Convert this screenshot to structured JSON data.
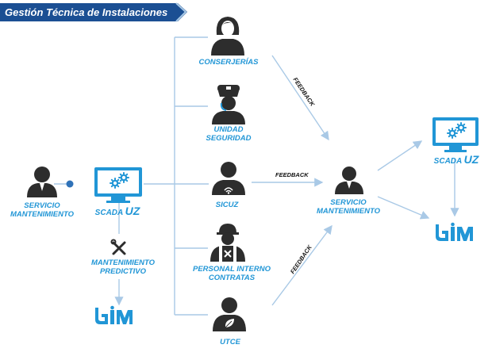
{
  "banner": {
    "title": "Gestión Técnica de Instalaciones"
  },
  "colors": {
    "accent": "#2196d6",
    "icon_dark": "#2d2d2d",
    "line": "#a9c9e6",
    "banner": "#1b4f93"
  },
  "nodes": {
    "conserjerias": "CONSERJERÍAS",
    "unidad_seguridad": "UNIDAD\nSEGURIDAD",
    "sicuz": "SICUZ",
    "personal_interno": "PERSONAL INTERNO\nCONTRATAS",
    "utce": "UTCE",
    "servicio_mant_left": "SERVICIO\nMANTENIMIENTO",
    "servicio_mant_center": "SERVICIO\nMANTENIMIENTO",
    "mant_predictivo": "MANTENIMIENTO\nPREDICTIVO"
  },
  "scada_left": {
    "prefix": "SCADA",
    "suffix": "UZ"
  },
  "scada_right": {
    "prefix": "SCADA",
    "suffix": "UZ"
  },
  "feedback": {
    "top": "FEEDBACK",
    "middle": "FEEDBACK",
    "bottom": "FEEDBACK"
  },
  "logos": {
    "gim_left": "GIM",
    "gim_right": "GIM"
  },
  "icons": [
    "person-icon",
    "concierge-icon",
    "security-guard-icon",
    "sicuz-operator-icon",
    "worker-icon",
    "utce-leaf-icon",
    "monitor-gears-icon",
    "tools-icon",
    "gim-logo-icon"
  ]
}
